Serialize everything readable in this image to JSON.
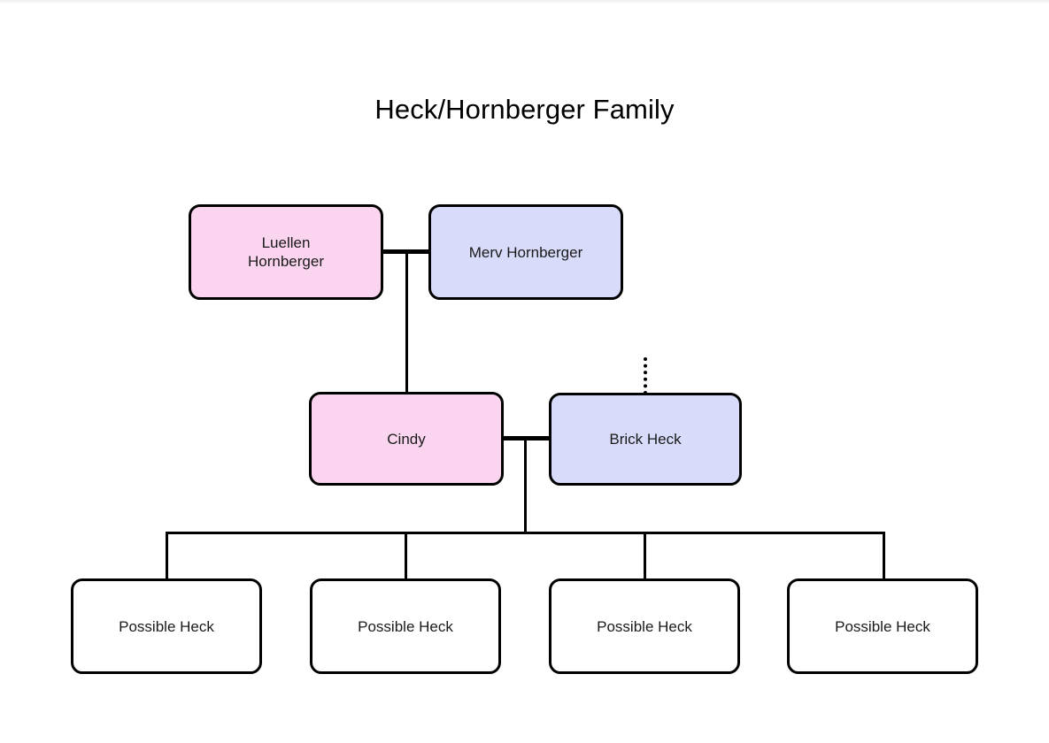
{
  "document": {
    "title": "Heck/Hornberger Family",
    "background_color": "#ffffff"
  },
  "palette": {
    "female_fill": "#fbd5ef",
    "male_fill": "#d8dcfa",
    "unknown_fill": "#ffffff",
    "stroke": "#000000",
    "text": "#1a1a1a"
  },
  "nodes": {
    "luellen": {
      "label": "Luellen\nHornberger",
      "fill": "#fbd5ef"
    },
    "merv": {
      "label": "Merv Hornberger",
      "fill": "#d8dcfa"
    },
    "cindy": {
      "label": "Cindy",
      "fill": "#fbd5ef"
    },
    "brick": {
      "label": "Brick Heck",
      "fill": "#d8dcfa"
    },
    "child1": {
      "label": "Possible Heck",
      "fill": "#ffffff"
    },
    "child2": {
      "label": "Possible Heck",
      "fill": "#ffffff"
    },
    "child3": {
      "label": "Possible Heck",
      "fill": "#ffffff"
    },
    "child4": {
      "label": "Possible Heck",
      "fill": "#ffffff"
    }
  },
  "chart_data": {
    "type": "diagram",
    "diagram_kind": "family-tree",
    "title": "Heck/Hornberger Family",
    "generations": [
      {
        "level": 1,
        "members": [
          {
            "id": "luellen",
            "name": "Luellen Hornberger",
            "fill": "#fbd5ef"
          },
          {
            "id": "merv",
            "name": "Merv Hornberger",
            "fill": "#d8dcfa"
          }
        ]
      },
      {
        "level": 2,
        "members": [
          {
            "id": "cindy",
            "name": "Cindy",
            "fill": "#fbd5ef"
          },
          {
            "id": "brick",
            "name": "Brick Heck",
            "fill": "#d8dcfa"
          }
        ]
      },
      {
        "level": 3,
        "members": [
          {
            "id": "child1",
            "name": "Possible Heck",
            "fill": "#ffffff"
          },
          {
            "id": "child2",
            "name": "Possible Heck",
            "fill": "#ffffff"
          },
          {
            "id": "child3",
            "name": "Possible Heck",
            "fill": "#ffffff"
          },
          {
            "id": "child4",
            "name": "Possible Heck",
            "fill": "#ffffff"
          }
        ]
      }
    ],
    "unions": [
      {
        "partners": [
          "luellen",
          "merv"
        ],
        "children": [
          "cindy"
        ]
      },
      {
        "partners": [
          "cindy",
          "brick"
        ],
        "children": [
          "child1",
          "child2",
          "child3",
          "child4"
        ]
      }
    ],
    "dangling_links": [
      {
        "from": "brick",
        "direction": "up",
        "style": "dotted"
      }
    ]
  }
}
